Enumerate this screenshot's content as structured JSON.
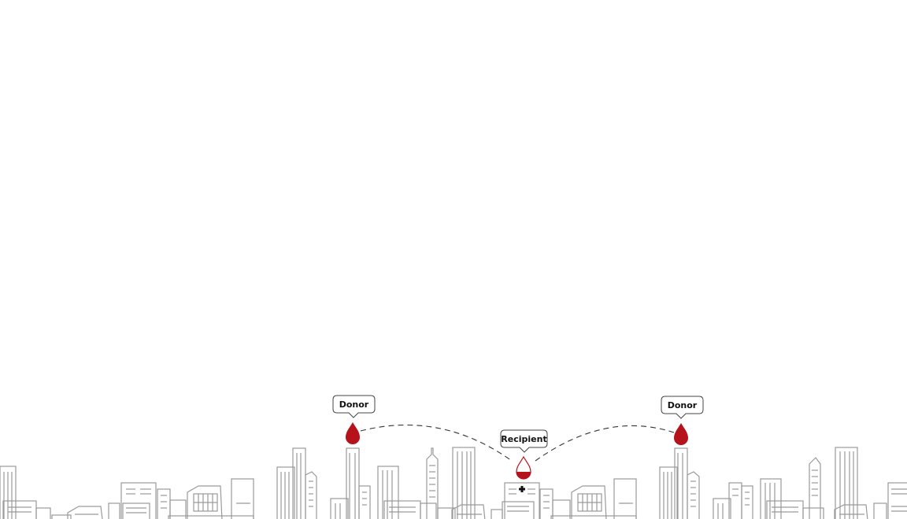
{
  "labels": {
    "donor_left": "Donor",
    "recipient": "Recipient",
    "donor_right": "Donor"
  },
  "icons": {
    "donor_left": "blood-drop-icon",
    "recipient": "blood-drop-partial-icon",
    "donor_right": "blood-drop-icon",
    "hospital_cross": "medical-cross-icon"
  },
  "colors": {
    "blood": "#b5121b",
    "building_stroke": "#9a9a9a",
    "connector": "#333333",
    "bubble_border": "#444444"
  }
}
